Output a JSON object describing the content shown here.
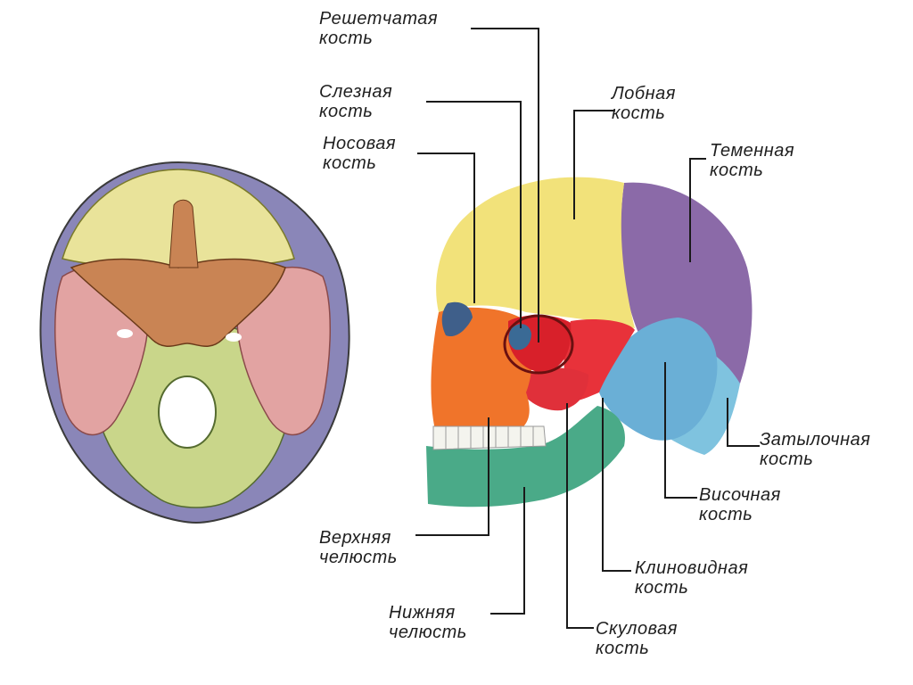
{
  "colors": {
    "frontal": "#f2e27a",
    "parietal": "#8b6aa8",
    "occipital": "#7fc3df",
    "temporal": "#6aafd6",
    "sphenoid": "#e8323a",
    "ethmoid": "#d8202a",
    "lacrimal": "#3a6a95",
    "nasal": "#3f5f8a",
    "zygomatic": "#e0303a",
    "maxilla": "#f0742a",
    "mandible": "#4aaa88",
    "teeth": "#f4f4ee",
    "base_frontal": "#e9e39a",
    "base_sphenoid": "#c98454",
    "base_temporal": "#e2a3a2",
    "base_occipital": "#c9d68a",
    "base_parietal": "#8a86b8",
    "line": "#1a1a1a"
  },
  "labels": {
    "ethmoid": [
      "Решетчатая",
      "кость"
    ],
    "lacrimal": [
      "Слезная",
      "кость"
    ],
    "nasal": [
      "Носовая",
      "кость"
    ],
    "frontal": [
      "Лобная",
      "кость"
    ],
    "parietal": [
      "Теменная",
      "кость"
    ],
    "occipital": [
      "Затылочная",
      "кость"
    ],
    "temporal": [
      "Височная",
      "кость"
    ],
    "sphenoid": [
      "Клиновидная",
      "кость"
    ],
    "zygomatic": [
      "Скуловая",
      "кость"
    ],
    "mandible": [
      "Нижняя",
      "челюсть"
    ],
    "maxilla": [
      "Верхняя",
      "челюсть"
    ]
  }
}
